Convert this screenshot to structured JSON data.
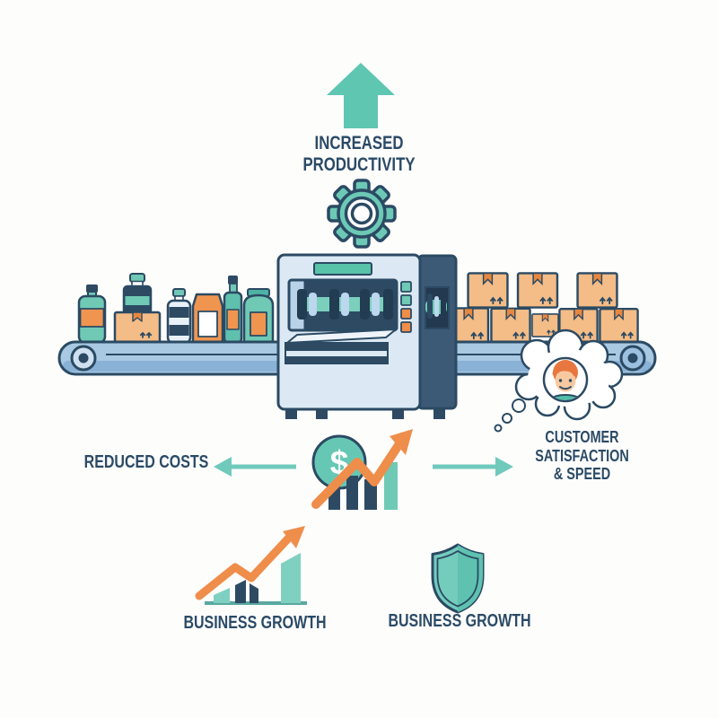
{
  "labels": {
    "increased_productivity": "INCREASED PRODUCTIVITY",
    "reduced_costs": "REDUCED COSTS",
    "customer_satisfaction_speed": "CUSTOMER SATISFACTION & SPEED",
    "business_growth_left": "BUSINESS GROWTH",
    "business_growth_right": "BUSINESS GROWTH"
  },
  "icons": {
    "dollar_glyph": "$",
    "up-arrow-icon": "solid teal upward arrow",
    "gear-icon": "teal cog with white hub",
    "money-growth-icon": "dollar coin with rising bar chart and orange zigzag arrow",
    "growth-chart-icon": "bar chart with orange zigzag arrow",
    "shield-icon": "teal shield outline",
    "left-arrow-icon": "teal arrow pointing left",
    "right-arrow-icon": "teal arrow pointing right",
    "this-side-up-icon": "two small up arrows on shipping boxes",
    "thought-bubble-icon": "cloud thought bubble with smiling customer"
  },
  "colors": {
    "teal": "#5fc6b2",
    "teal_gear": "#6cc9b6",
    "navy": "#2b4a63",
    "orange": "#ef8d4a",
    "orange_tape": "#e8873f",
    "belt_blue": "#a9c9e3",
    "machine_body": "#dce9f4",
    "machine_panel": "#3c5a75",
    "box_tan": "#f4bc86",
    "background": "#fdfdfc"
  }
}
